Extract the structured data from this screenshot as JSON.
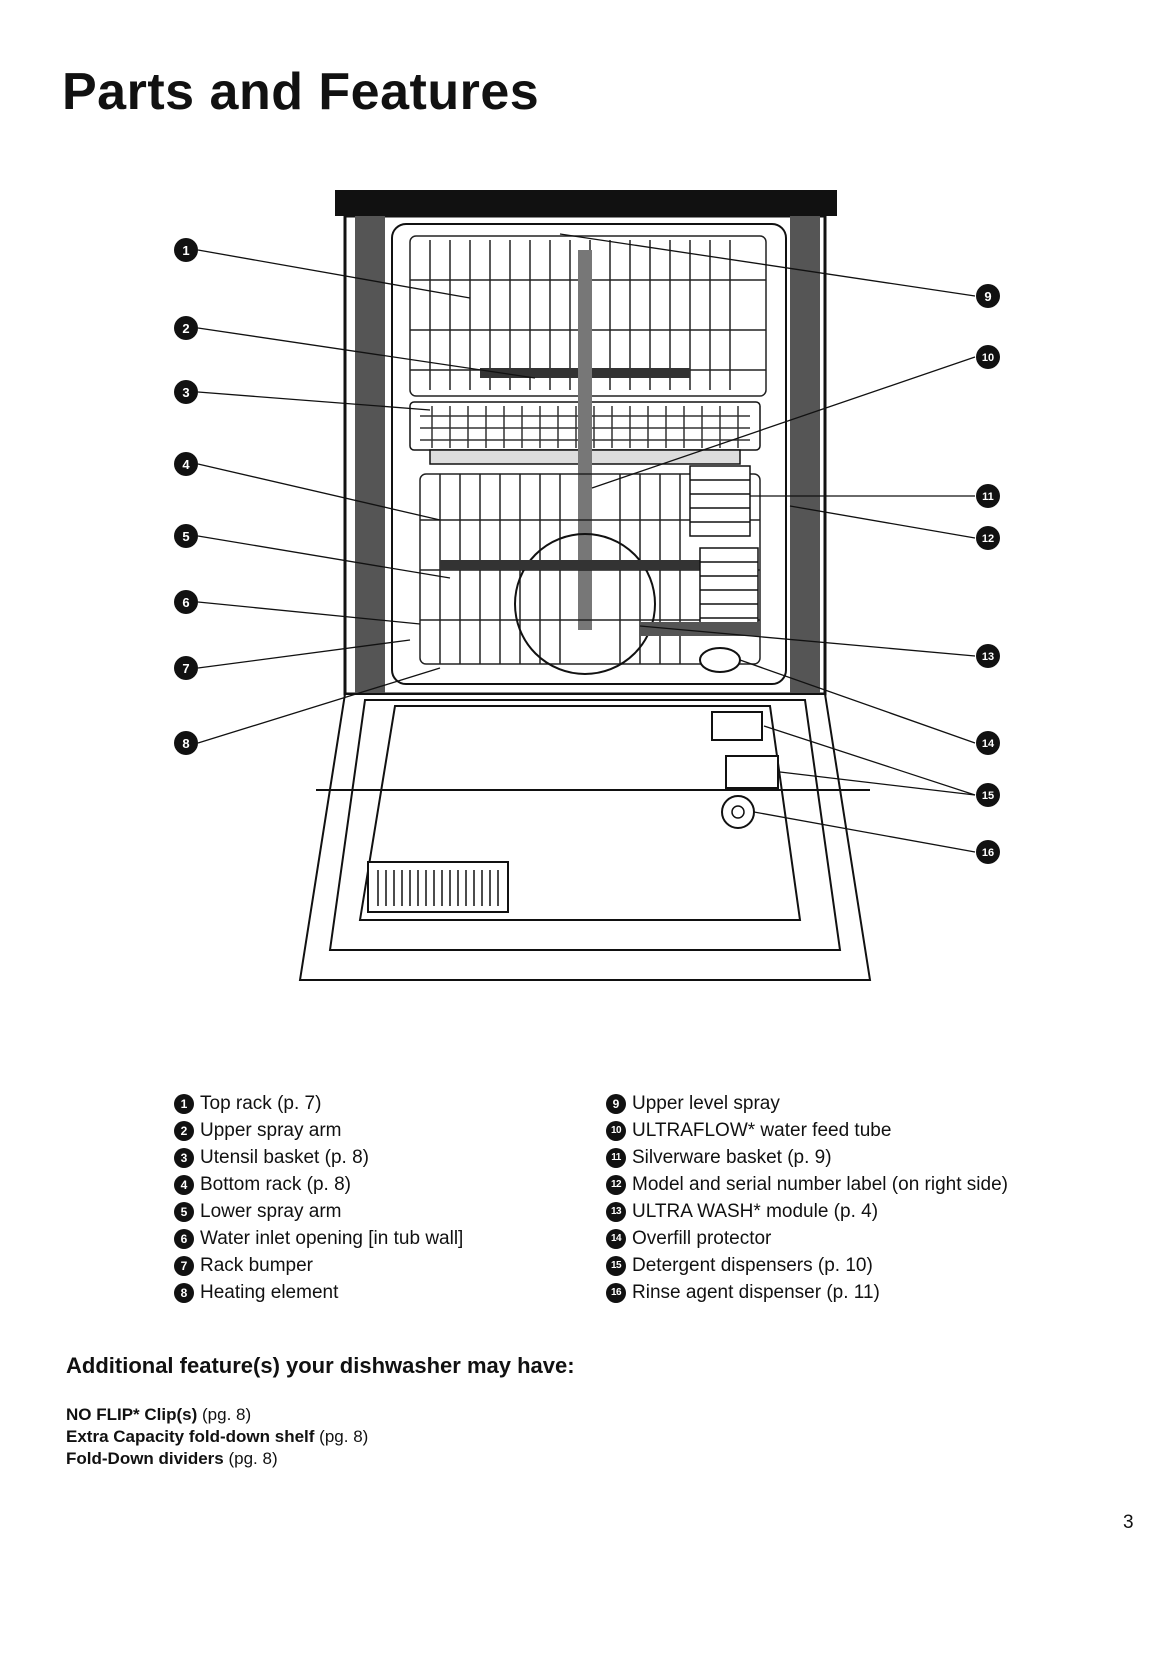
{
  "page": {
    "title": "Parts and Features",
    "page_number": "3"
  },
  "callouts": [
    "1",
    "2",
    "3",
    "4",
    "5",
    "6",
    "7",
    "8",
    "9",
    "10",
    "11",
    "12",
    "13",
    "14",
    "15",
    "16"
  ],
  "legend": {
    "left": [
      {
        "num": "1",
        "text": "Top rack (p. 7)"
      },
      {
        "num": "2",
        "text": "Upper spray arm"
      },
      {
        "num": "3",
        "text": "Utensil basket (p. 8)"
      },
      {
        "num": "4",
        "text": "Bottom rack (p. 8)"
      },
      {
        "num": "5",
        "text": "Lower spray arm"
      },
      {
        "num": "6",
        "text": "Water inlet opening [in tub wall]"
      },
      {
        "num": "7",
        "text": "Rack bumper"
      },
      {
        "num": "8",
        "text": "Heating element"
      }
    ],
    "right": [
      {
        "num": "9",
        "text": "Upper level spray"
      },
      {
        "num": "10",
        "text": "ULTRAFLOW* water feed tube"
      },
      {
        "num": "11",
        "text": "Silverware basket (p. 9)"
      },
      {
        "num": "12",
        "text": "Model and serial number label (on right side)"
      },
      {
        "num": "13",
        "text": "ULTRA WASH* module (p. 4)"
      },
      {
        "num": "14",
        "text": "Overfill protector"
      },
      {
        "num": "15",
        "text": "Detergent dispensers (p. 10)"
      },
      {
        "num": "16",
        "text": "Rinse agent dispenser (p. 11)"
      }
    ]
  },
  "additional": {
    "heading": "Additional feature(s) your dishwasher may have:",
    "items": [
      {
        "name": "NO FLIP* Clip(s)",
        "ref": "(pg. 8)"
      },
      {
        "name": "Extra Capacity fold-down shelf",
        "ref": "(pg. 8)"
      },
      {
        "name": "Fold-Down dividers",
        "ref": "(pg. 8)"
      }
    ]
  }
}
